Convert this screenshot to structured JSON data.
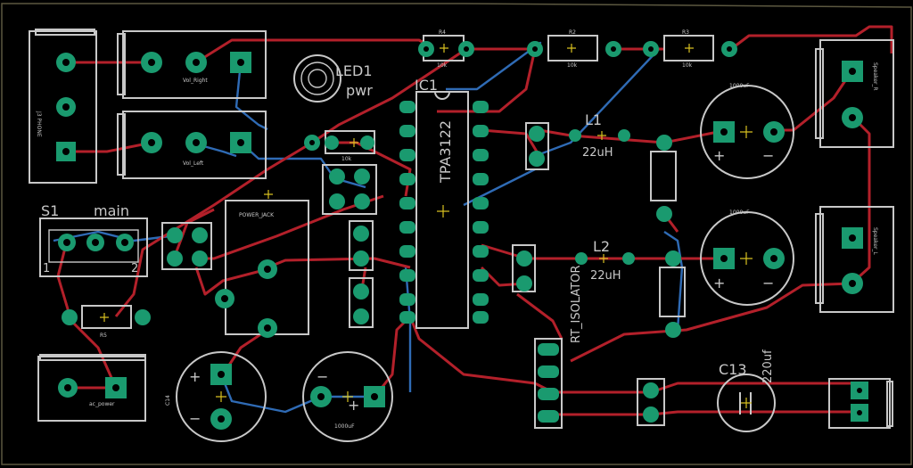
{
  "labels": {
    "led1": "LED1",
    "pwr": "pwr",
    "ic1": "IC1",
    "chip": "TPA3122",
    "l1": "L1",
    "l1_val": "22uH",
    "l2": "L2",
    "l2_val": "22uH",
    "rt_isolator": "RT_ISOLATOR",
    "s1": "S1",
    "main": "main",
    "sw1": "1",
    "sw2": "2",
    "power_jack": "POWER_JACK",
    "c13": "C13",
    "c13_val": "220uf",
    "r4": "R4",
    "r4_val": "10k",
    "r2": "R2",
    "r2_val": "10k",
    "r3": "R3",
    "r3_val": "10k",
    "r10k": "10k",
    "r5": "R5",
    "vol_right": "Vol_Right",
    "vol_left": "Vol_Left",
    "j_phone": "J3 PHONE",
    "speaker_r": "Speaker_R",
    "speaker_l": "Speaker_L",
    "cap_top": "1000uF",
    "cap_mid": "1000uF",
    "cap_bl": "C14",
    "cap_bm": "1000uF",
    "ac_power": "ac_power"
  },
  "colors": {
    "background": "#000000",
    "silkscreen": "#c8c8c8",
    "top_copper": "#b3202a",
    "bottom_copper": "#2f6bb5",
    "pad": "#1a9a6f",
    "origin_marker": "#d8c020"
  }
}
